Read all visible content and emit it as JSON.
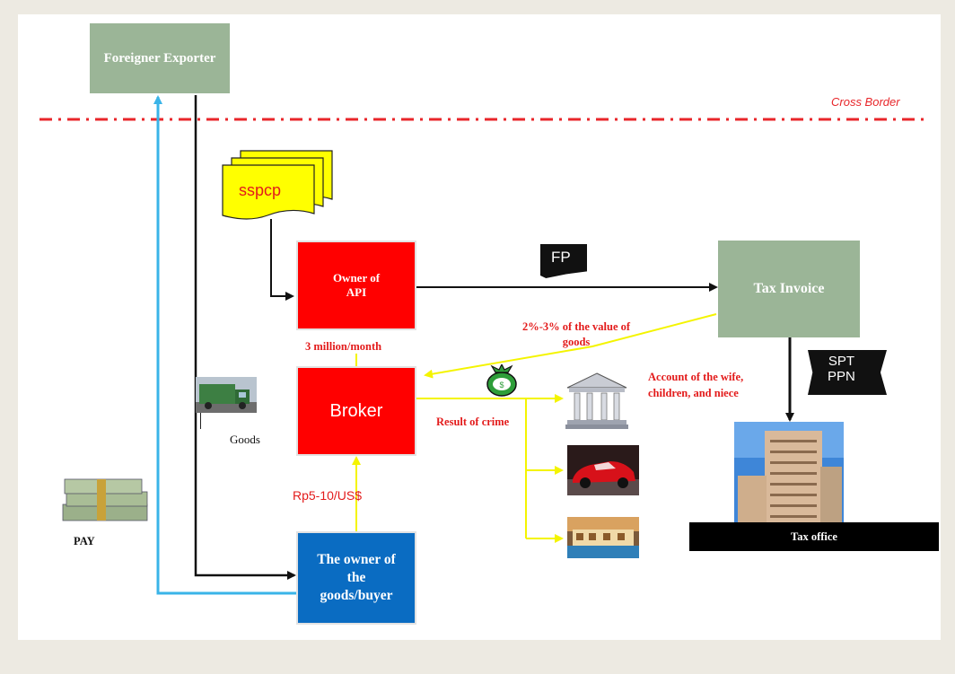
{
  "nodes": {
    "foreigner_exporter": "Foreigner Exporter",
    "sspcp": "sspcp",
    "owner_api": "Owner of API",
    "fp": "FP",
    "tax_invoice": "Tax Invoice",
    "spt_line1": "SPT",
    "spt_line2": "PPN",
    "broker": "Broker",
    "owner_goods": "The owner of the goods/buyer",
    "tax_office": "Tax office",
    "pay": "PAY",
    "goods": "Goods"
  },
  "labels": {
    "cross_border": "Cross Border",
    "three_million": "3 million/month",
    "percent": "2%-3% of the value of goods",
    "result_of_crime": "Result of crime",
    "account": "Account of the wife, children, and niece",
    "rp": "Rp5-10/US$"
  },
  "colors": {
    "green_box": "#9bb597",
    "red_box": "#ff0000",
    "blue_box": "#0a6cc2",
    "yellow": "#ffff00",
    "cyan_arrow": "#3ab4e8",
    "dash_red": "#e8262a"
  }
}
